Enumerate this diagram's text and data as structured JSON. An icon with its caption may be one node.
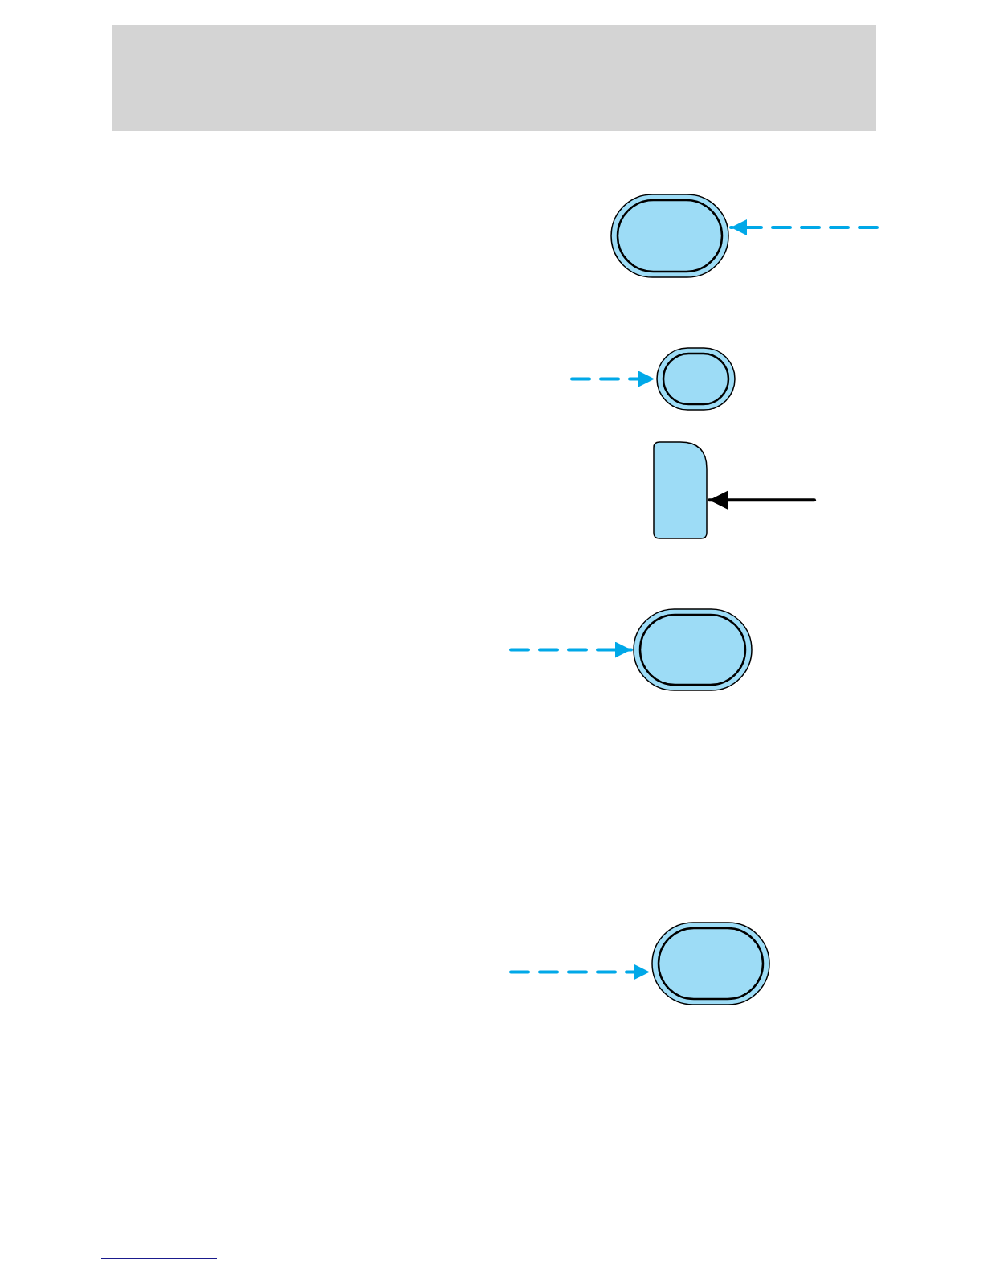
{
  "diagram": {
    "nodes": [
      {
        "text": [],
        "shape": "button"
      },
      {
        "text": [],
        "shape": "button"
      },
      {
        "text": [],
        "shape": "box"
      },
      {
        "text": [],
        "shape": "button"
      },
      {
        "text": [],
        "shape": "button"
      }
    ],
    "edges": [
      {
        "from": null,
        "to": 0,
        "arrow": "to",
        "style": "dashed"
      },
      {
        "from": null,
        "to": 1,
        "arrow": "to",
        "style": "dashed"
      },
      {
        "from": null,
        "to": 2,
        "arrow": "to",
        "color": "#000000"
      },
      {
        "from": null,
        "to": 3,
        "arrow": "to",
        "style": "dashed"
      },
      {
        "from": null,
        "to": 4,
        "arrow": "to",
        "style": "dashed"
      }
    ]
  }
}
